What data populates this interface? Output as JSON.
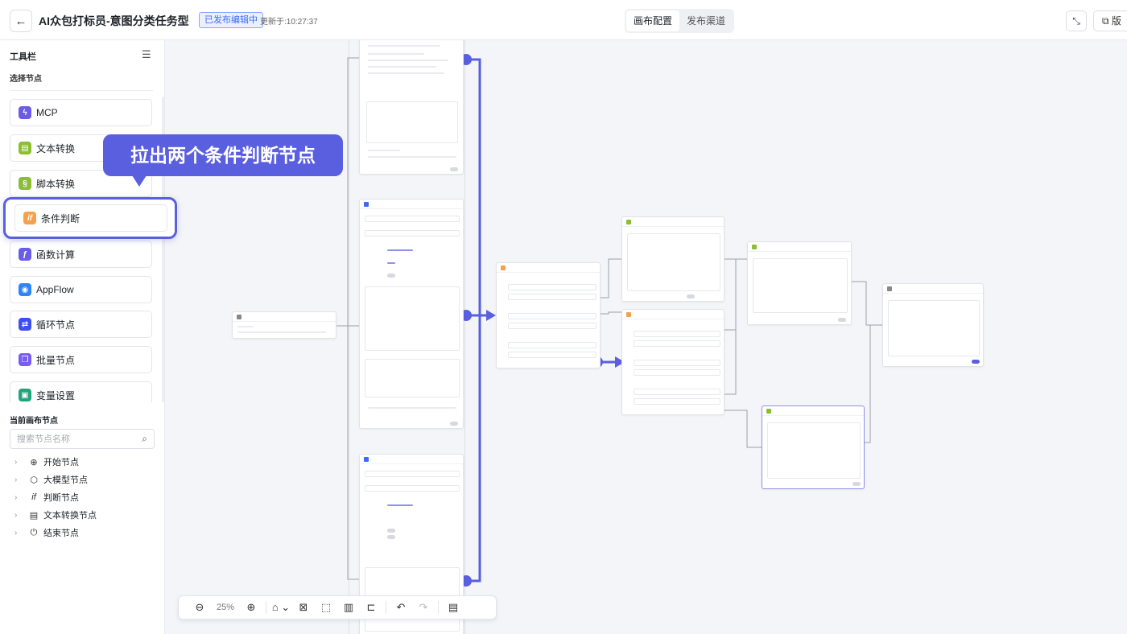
{
  "header": {
    "back_icon": "arrow-left-icon",
    "title": "AI众包打标员-意图分类任务型",
    "status_badge": "已发布编辑中",
    "updated_label": "更新于:",
    "updated_time": "10:27:37",
    "tabs": [
      {
        "label": "画布配置",
        "active": true
      },
      {
        "label": "发布渠道",
        "active": false
      }
    ],
    "right_button_label": "版"
  },
  "sidebar": {
    "title": "工具栏",
    "subtitle": "选择节点",
    "nodes": [
      {
        "label": "MCP",
        "icon": "lightning-icon",
        "color": "#6b5ce7"
      },
      {
        "label": "文本转换",
        "icon": "text-transform-icon",
        "color": "#8bbf2f"
      },
      {
        "label": "脚本转换",
        "icon": "script-icon",
        "color": "#8bbf2f"
      },
      {
        "label": "条件判断",
        "icon": "if-icon",
        "color": "#f5a14c"
      },
      {
        "label": "函数计算",
        "icon": "function-icon",
        "color": "#6b5ce7"
      },
      {
        "label": "AppFlow",
        "icon": "appflow-icon",
        "color": "#2e86f5"
      },
      {
        "label": "循环节点",
        "icon": "loop-icon",
        "color": "#3e4ff0"
      },
      {
        "label": "批量节点",
        "icon": "batch-icon",
        "color": "#7a5df0"
      },
      {
        "label": "变量设置",
        "icon": "variable-icon",
        "color": "#22a37a"
      }
    ],
    "current_title": "当前画布节点",
    "search_placeholder": "搜索节点名称",
    "tree": [
      {
        "label": "开始节点",
        "icon": "start-icon"
      },
      {
        "label": "大模型节点",
        "icon": "llm-icon"
      },
      {
        "label": "判断节点",
        "icon": "if-icon"
      },
      {
        "label": "文本转换节点",
        "icon": "text-transform-icon"
      },
      {
        "label": "结束节点",
        "icon": "end-icon"
      }
    ]
  },
  "callout": {
    "text": "拉出两个条件判断节点"
  },
  "toolbar": {
    "zoom": "25%"
  },
  "colors": {
    "accent": "#5a5fe0",
    "badge_blue": "#3b6bf5"
  }
}
